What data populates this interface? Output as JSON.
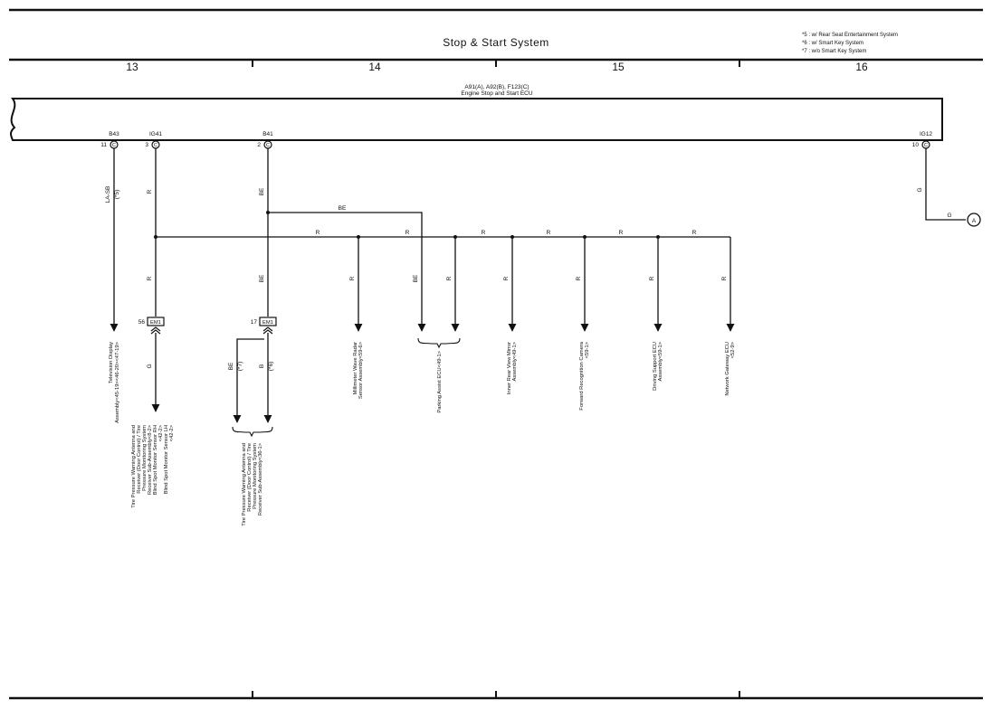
{
  "header": {
    "title": "Stop & Start System",
    "notes": [
      "*5 : w/ Rear Seat Entertainment System",
      "*6 : w/ Smart Key System",
      "*7 : w/o Smart Key System"
    ],
    "sheet_numbers": [
      "13",
      "14",
      "15",
      "16"
    ]
  },
  "ecu": {
    "connector_ids": "A91(A), A92(B), F123(C)",
    "name": "Engine Stop and Start ECU"
  },
  "terminals": [
    {
      "id": "B43",
      "pin": "11",
      "conn": "C"
    },
    {
      "id": "IG41",
      "pin": "3",
      "conn": "C"
    },
    {
      "id": "B41",
      "pin": "2",
      "conn": "C"
    },
    {
      "id": "IG12",
      "pin": "10",
      "conn": "C"
    }
  ],
  "wire_labels": {
    "la_sb": "LA-SB",
    "star5": "(*5)",
    "r": "R",
    "be": "BE",
    "g": "G",
    "b": "B",
    "star7": "(*7)",
    "star6": "(*6)"
  },
  "junctions": [
    {
      "pin": "56",
      "code": "EM1"
    },
    {
      "pin": "17",
      "code": "EM1"
    }
  ],
  "off_page": "A",
  "components": {
    "tv": [
      "Television Display",
      "Assembly<45-19><46-20><47-19>"
    ],
    "tpms1": [
      "Tire Pressure Warning Antenna and",
      "Receiver (Door Control) / Tire",
      "Pressure Monitoring System",
      "Receiver Sub-Assembly<8-2>",
      "Blind Spot Monitor Sensor RH",
      "<42-2>",
      "Blind Spot Monitor Sensor LH",
      "<42-2>"
    ],
    "tpms2": [
      "Tire Pressure Warning Antenna and",
      "Receiver (Door Control) / Tire",
      "Pressure Monitoring System",
      "Receiver Sub-Assembly<36-1>"
    ],
    "radar": [
      "Millimeter Wave Radar",
      "Sensor Assembly<59-6>"
    ],
    "parking": [
      "Parking Assist ECU<49-1>"
    ],
    "mirror": [
      "Inner Rear View Mirror",
      "Assembly<49-1>"
    ],
    "camera": [
      "Forward Recognition Camera",
      "<59-1>"
    ],
    "driving": [
      "Driving Support ECU",
      "Assembly<59-1>"
    ],
    "gateway": [
      "Network Gateway ECU",
      "<52-9>"
    ]
  }
}
